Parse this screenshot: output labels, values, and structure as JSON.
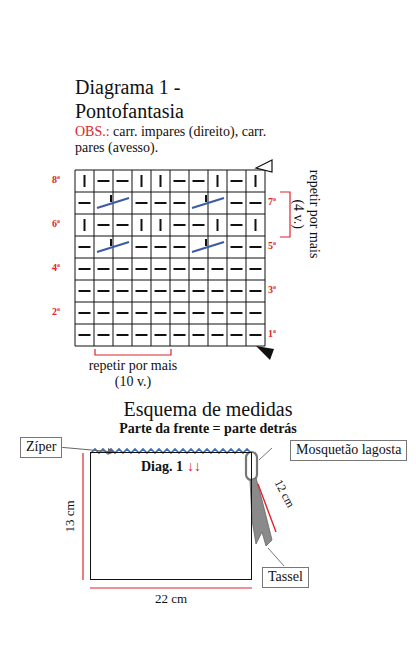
{
  "diagram": {
    "title": "Diagrama 1 - Pontofantasia",
    "nodes": [
      {
        "text": [
          "Zíper"
        ]
      },
      {
        "text": [
          "Mosquetão lagosta"
        ]
      },
      {
        "text": [
          "Diag. 1",
          "↓↓"
        ]
      },
      {
        "text": [
          "Tassel"
        ]
      }
    ],
    "edges": [
      {
        "from": 0,
        "to": 2,
        "arrow": "to"
      }
    ],
    "labels": [
      "OBS.:",
      "carr. impares (direito), carr. pares (avesso).",
      "8ª",
      "7ª",
      "6ª",
      "5ª",
      "4ª",
      "3ª",
      "2ª",
      "1ª",
      "repetir por mais (4 v.)",
      "repetir por mais (10 v.)",
      "Esquema de medidas",
      "Parte da frente = parte detrás",
      "13 cm",
      "12 cm",
      "22 cm"
    ]
  }
}
